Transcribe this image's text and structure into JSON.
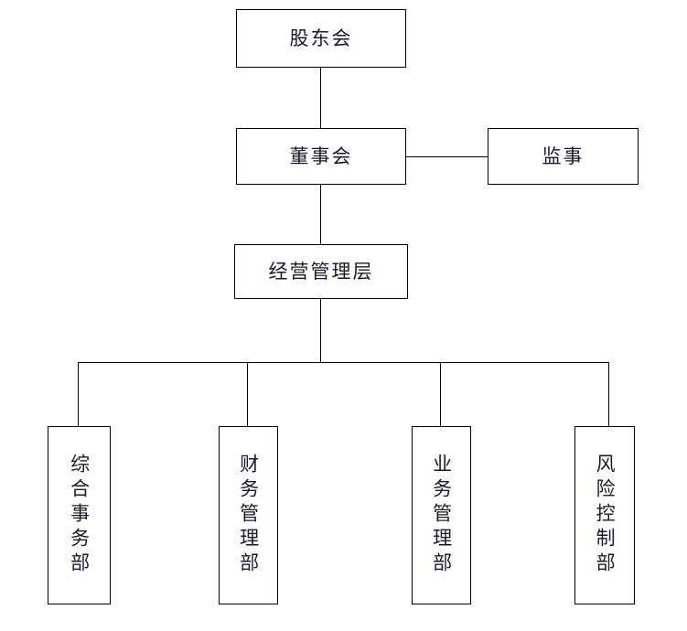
{
  "diagram": {
    "type": "organization-chart",
    "title": "",
    "orientation": "top-down",
    "line_color": "#000000",
    "box_border_color": "#000000",
    "background_color": "#ffffff",
    "text_color": "#1a1a2e"
  },
  "nodes": {
    "shareholders_meeting": {
      "label": "股东会",
      "level": 1
    },
    "board_of_directors": {
      "label": "董事会",
      "level": 2
    },
    "supervisor": {
      "label": "监事",
      "level": 2
    },
    "management_layer": {
      "label": "经营管理层",
      "level": 3
    },
    "departments": [
      {
        "label": "综合事务部",
        "level": 4
      },
      {
        "label": "财务管理部",
        "level": 4
      },
      {
        "label": "业务管理部",
        "level": 4
      },
      {
        "label": "风险控制部",
        "level": 4
      }
    ]
  },
  "connections": [
    {
      "from": "股东会",
      "to": "董事会",
      "style": "vertical"
    },
    {
      "from": "董事会",
      "to": "监事",
      "style": "horizontal"
    },
    {
      "from": "董事会",
      "to": "经营管理层",
      "style": "vertical"
    },
    {
      "from": "经营管理层",
      "to": "综合事务部",
      "style": "bus"
    },
    {
      "from": "经营管理层",
      "to": "财务管理部",
      "style": "bus"
    },
    {
      "from": "经营管理层",
      "to": "业务管理部",
      "style": "bus"
    },
    {
      "from": "经营管理层",
      "to": "风险控制部",
      "style": "bus"
    }
  ]
}
